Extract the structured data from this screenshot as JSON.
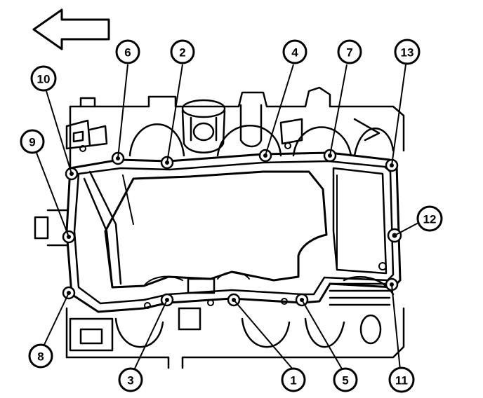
{
  "callouts": [
    {
      "label": "1"
    },
    {
      "label": "2"
    },
    {
      "label": "3"
    },
    {
      "label": "4"
    },
    {
      "label": "5"
    },
    {
      "label": "6"
    },
    {
      "label": "7"
    },
    {
      "label": "8"
    },
    {
      "label": "9"
    },
    {
      "label": "10"
    },
    {
      "label": "11"
    },
    {
      "label": "12"
    },
    {
      "label": "13"
    }
  ],
  "colors": {
    "ink": "#000000",
    "paper": "#ffffff"
  },
  "icons": {
    "direction": "front-arrow-icon"
  }
}
